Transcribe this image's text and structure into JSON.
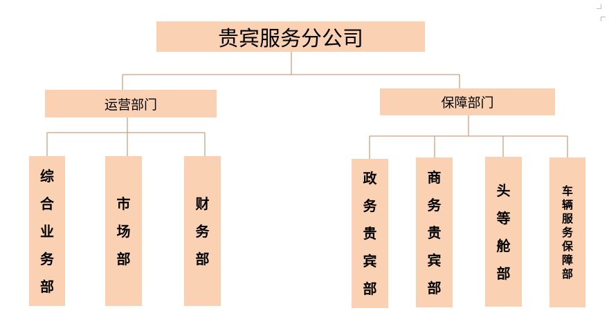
{
  "diagram": {
    "root": {
      "label": "贵宾服务分公司"
    },
    "departments": [
      {
        "label": "运营部门",
        "units": [
          {
            "label": "综合业务部"
          },
          {
            "label": "市场部"
          },
          {
            "label": "财务部"
          }
        ]
      },
      {
        "label": "保障部门",
        "units": [
          {
            "label": "政务贵宾部"
          },
          {
            "label": "商务贵宾部"
          },
          {
            "label": "头等舱部"
          },
          {
            "label": "车辆服务保障部"
          }
        ]
      }
    ]
  },
  "colors": {
    "box_fill": "#FAD1B3",
    "connector": "#C9A17E"
  }
}
